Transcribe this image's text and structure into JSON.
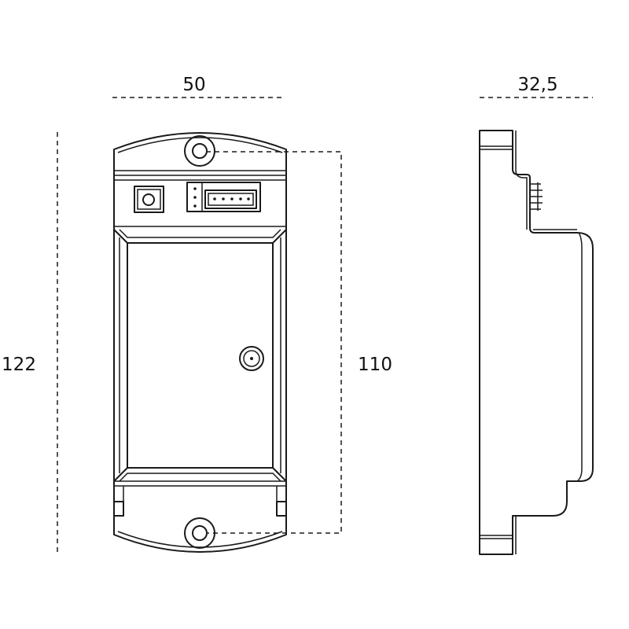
{
  "dimensions": {
    "width": "50",
    "depth": "32,5",
    "height": "122",
    "mount_spacing": "110"
  },
  "colors": {
    "line": "#1a1a1a",
    "background": "#ffffff"
  }
}
